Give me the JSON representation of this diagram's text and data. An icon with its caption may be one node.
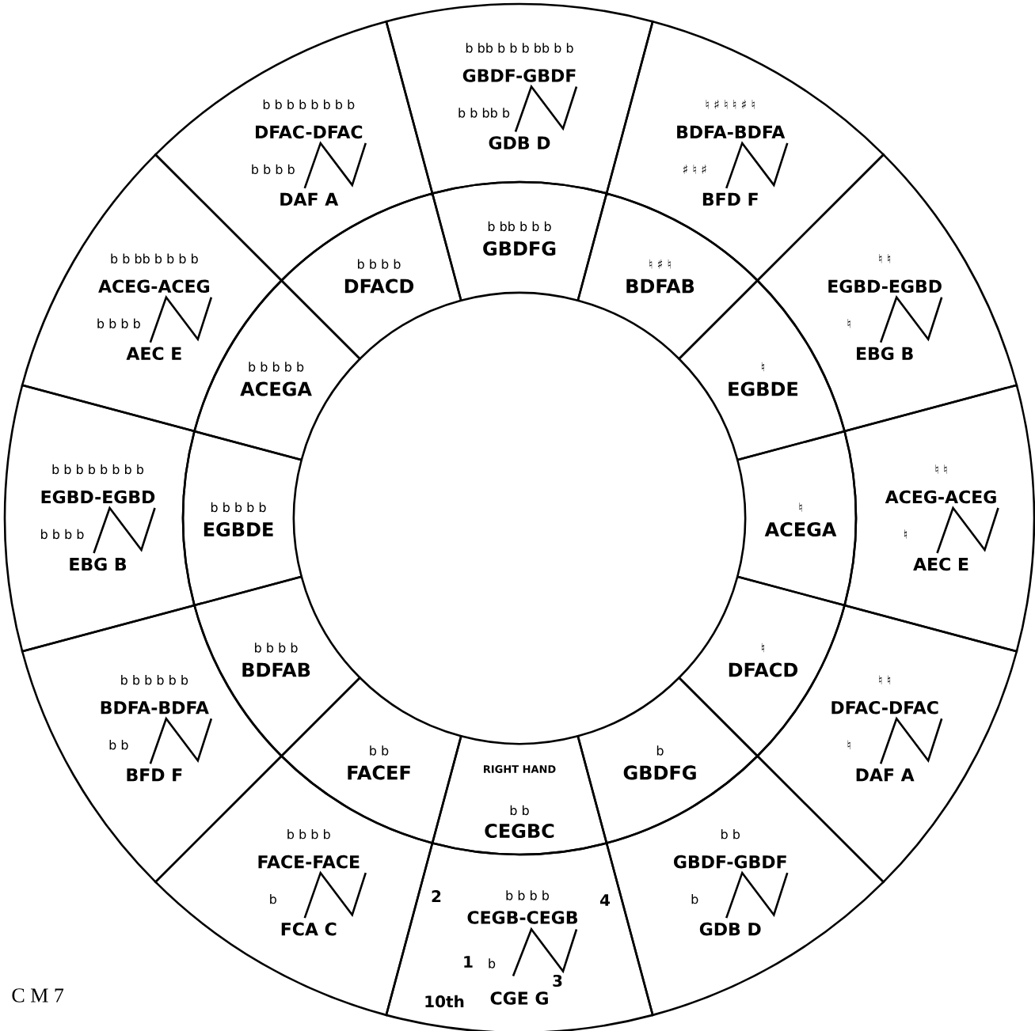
{
  "diagram": {
    "nodes": [
      {
        "text": [
          "b bb b b b",
          "GBDFG"
        ]
      },
      {
        "text": [
          "b bb b b b bb b b",
          "GBDF-GBDF",
          "b b bb b",
          "GDB D"
        ]
      },
      {
        "text": [
          "♮ ♯ ♮",
          "BDFAB"
        ]
      },
      {
        "text": [
          "♮ ♯ ♮ ♮ ♯ ♮",
          "BDFA-BDFA",
          "♯ ♮ ♯",
          "BFD F"
        ]
      },
      {
        "text": [
          "♮",
          "EGBDE"
        ]
      },
      {
        "text": [
          "♮ ♮",
          "EGBD-EGBD",
          "♮",
          "EBG B"
        ]
      },
      {
        "text": [
          "♮",
          "ACEGA"
        ]
      },
      {
        "text": [
          "♮ ♮",
          "ACEG-ACEG",
          "♮",
          "AEC E"
        ]
      },
      {
        "text": [
          "♮",
          "DFACD"
        ]
      },
      {
        "text": [
          "♮ ♮",
          "DFAC-DFAC",
          "♮",
          "DAF A"
        ]
      },
      {
        "text": [
          "b",
          "GBDFG"
        ]
      },
      {
        "text": [
          "b b",
          "GBDF-GBDF",
          "b",
          "GDB D"
        ]
      },
      {
        "text": [
          "RIGHT HAND",
          "b b",
          "CEGBC"
        ]
      },
      {
        "text": [
          "2",
          "b b b b",
          "4",
          "CEGB-CEGB",
          "1",
          "b",
          "3",
          "10th",
          "CGE G"
        ]
      },
      {
        "text": [
          "b b",
          "FACEF"
        ]
      },
      {
        "text": [
          "b b b b",
          "FACE-FACE",
          "b",
          "FCA C"
        ]
      },
      {
        "text": [
          "b b b b",
          "BDFAB"
        ]
      },
      {
        "text": [
          "b b b b b b",
          "BDFA-BDFA",
          "b b",
          "BFD F"
        ]
      },
      {
        "text": [
          "b b b b b",
          "EGBDE"
        ]
      },
      {
        "text": [
          "b b b b b b b b",
          "EGBD-EGBD",
          "b b b b",
          "EBG B"
        ]
      },
      {
        "text": [
          "b b b b b",
          "ACEGA"
        ]
      },
      {
        "text": [
          "b b bb b b b b",
          "ACEG-ACEG",
          "b b b b",
          "AEC E"
        ]
      },
      {
        "text": [
          "b b b b",
          "DFACD"
        ]
      },
      {
        "text": [
          "b b b b b b b b",
          "DFAC-DFAC",
          "b b b b",
          "DAF A"
        ]
      }
    ],
    "labels": [
      "C M 7"
    ]
  }
}
